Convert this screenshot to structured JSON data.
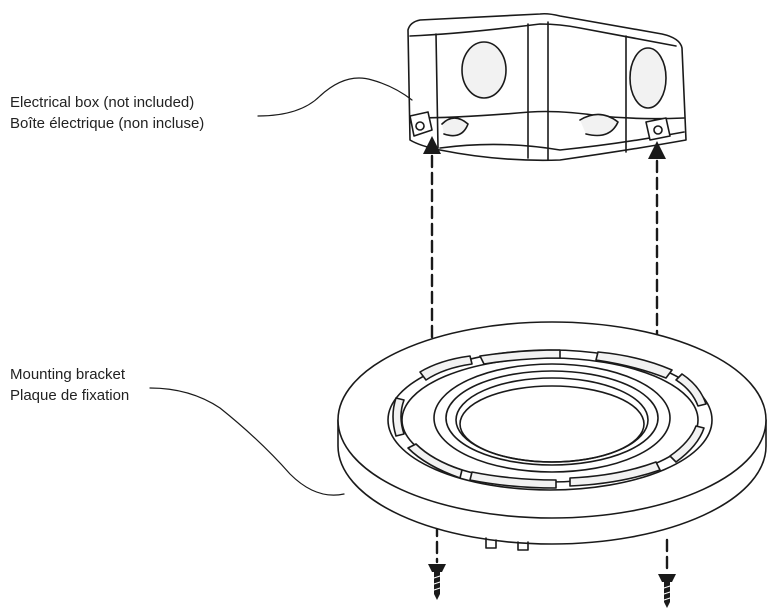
{
  "colors": {
    "line": "#1a1a1a",
    "fill": "#ffffff",
    "hole_fill": "#f2f2f2",
    "text": "#222222"
  },
  "callouts": {
    "electrical_box": {
      "line_en": "Electrical box (not included)",
      "line_fr": "Boîte électrique (non incluse)"
    },
    "mounting_bracket": {
      "line_en": "Mounting bracket",
      "line_fr": "Plaque de fixation"
    }
  },
  "icons": [
    "up-arrow-icon",
    "screw-icon"
  ]
}
